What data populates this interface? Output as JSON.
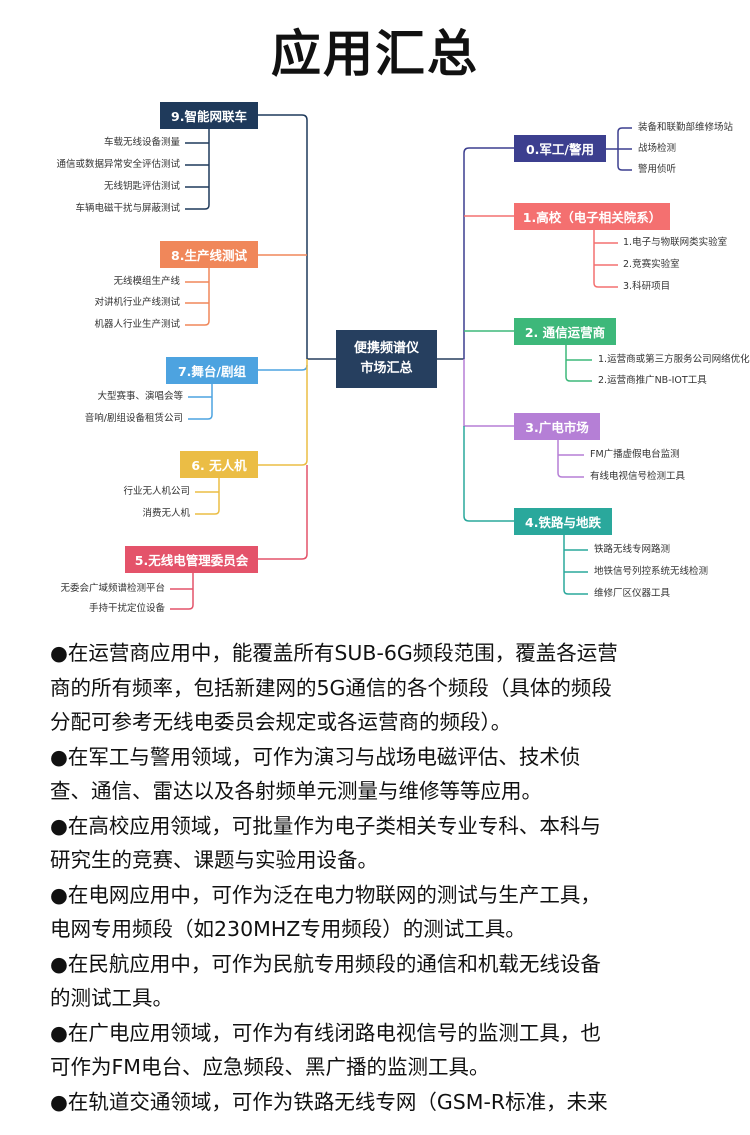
{
  "title": "应用汇总",
  "center": {
    "line1": "便携频谱仪",
    "line2": "市场汇总",
    "color": "#263f5f"
  },
  "left_branches": [
    {
      "label": "9.智能网联车",
      "color": "#1f3a5b",
      "leaves": [
        "车载无线设备测量",
        "通信或数据异常安全评估测试",
        "无线钥匙评估测试",
        "车辆电磁干扰与屏蔽测试"
      ]
    },
    {
      "label": "8.生产线测试",
      "color": "#f0875a",
      "leaves": [
        "无线模组生产线",
        "对讲机行业产线测试",
        "机器人行业生产测试"
      ]
    },
    {
      "label": "7.舞台/剧组",
      "color": "#4da3e0",
      "leaves": [
        "大型赛事、演唱会等",
        "音响/剧组设备租赁公司"
      ]
    },
    {
      "label": "6. 无人机",
      "color": "#ebbd45",
      "leaves": [
        "行业无人机公司",
        "消费无人机"
      ]
    },
    {
      "label": "5.无线电管理委员会",
      "color": "#e4536a",
      "leaves": [
        "无委会广域频谱检测平台",
        "手持干扰定位设备"
      ]
    }
  ],
  "right_branches": [
    {
      "label": "0.军工/警用",
      "color": "#3c3f8f",
      "leaves": [
        "装备和联勤部维修场站",
        "战场检测",
        "警用侦听"
      ]
    },
    {
      "label": "1.高校（电子相关院系）",
      "color": "#f47070",
      "leaves": [
        "1.电子与物联网类实验室",
        "2.竞赛实验室",
        "3.科研项目"
      ]
    },
    {
      "label": "2. 通信运营商",
      "color": "#3db87a",
      "leaves": [
        "1.运营商或第三方服务公司网络优化",
        "2.运营商推广NB-IOT工具"
      ]
    },
    {
      "label": "3.广电市场",
      "color": "#b57fd6",
      "leaves": [
        "FM广播虚假电台监测",
        "有线电视信号检测工具"
      ]
    },
    {
      "label": "4.铁路与地跌",
      "color": "#2aa89c",
      "leaves": [
        "铁路无线专网路测",
        "地铁信号列控系统无线检测",
        "维修厂区仪器工具"
      ]
    }
  ],
  "body_lines": [
    "●在运营商应用中，能覆盖所有SUB-6G频段范围，覆盖各运营",
    "商的所有频率，包括新建网的5G通信的各个频段（具体的频段",
    "分配可参考无线电委员会规定或各运营商的频段）。",
    "●在军工与警用领域，可作为演习与战场电磁评估、技术侦",
    "查、通信、雷达以及各射频单元测量与维修等等应用。",
    "●在高校应用领域，可批量作为电子类相关专业专科、本科与",
    "研究生的竞赛、课题与实验用设备。",
    "●在电网应用中，可作为泛在电力物联网的测试与生产工具，",
    "电网专用频段（如230MHZ专用频段）的测试工具。",
    "●在民航应用中，可作为民航专用频段的通信和机载无线设备",
    "的测试工具。",
    "●在广电应用领域，可作为有线闭路电视信号的监测工具，也",
    "可作为FM电台、应急频段、黑广播的监测工具。",
    "●在轨道交通领域，可作为铁路无线专网（GSM-R标准，未来"
  ]
}
